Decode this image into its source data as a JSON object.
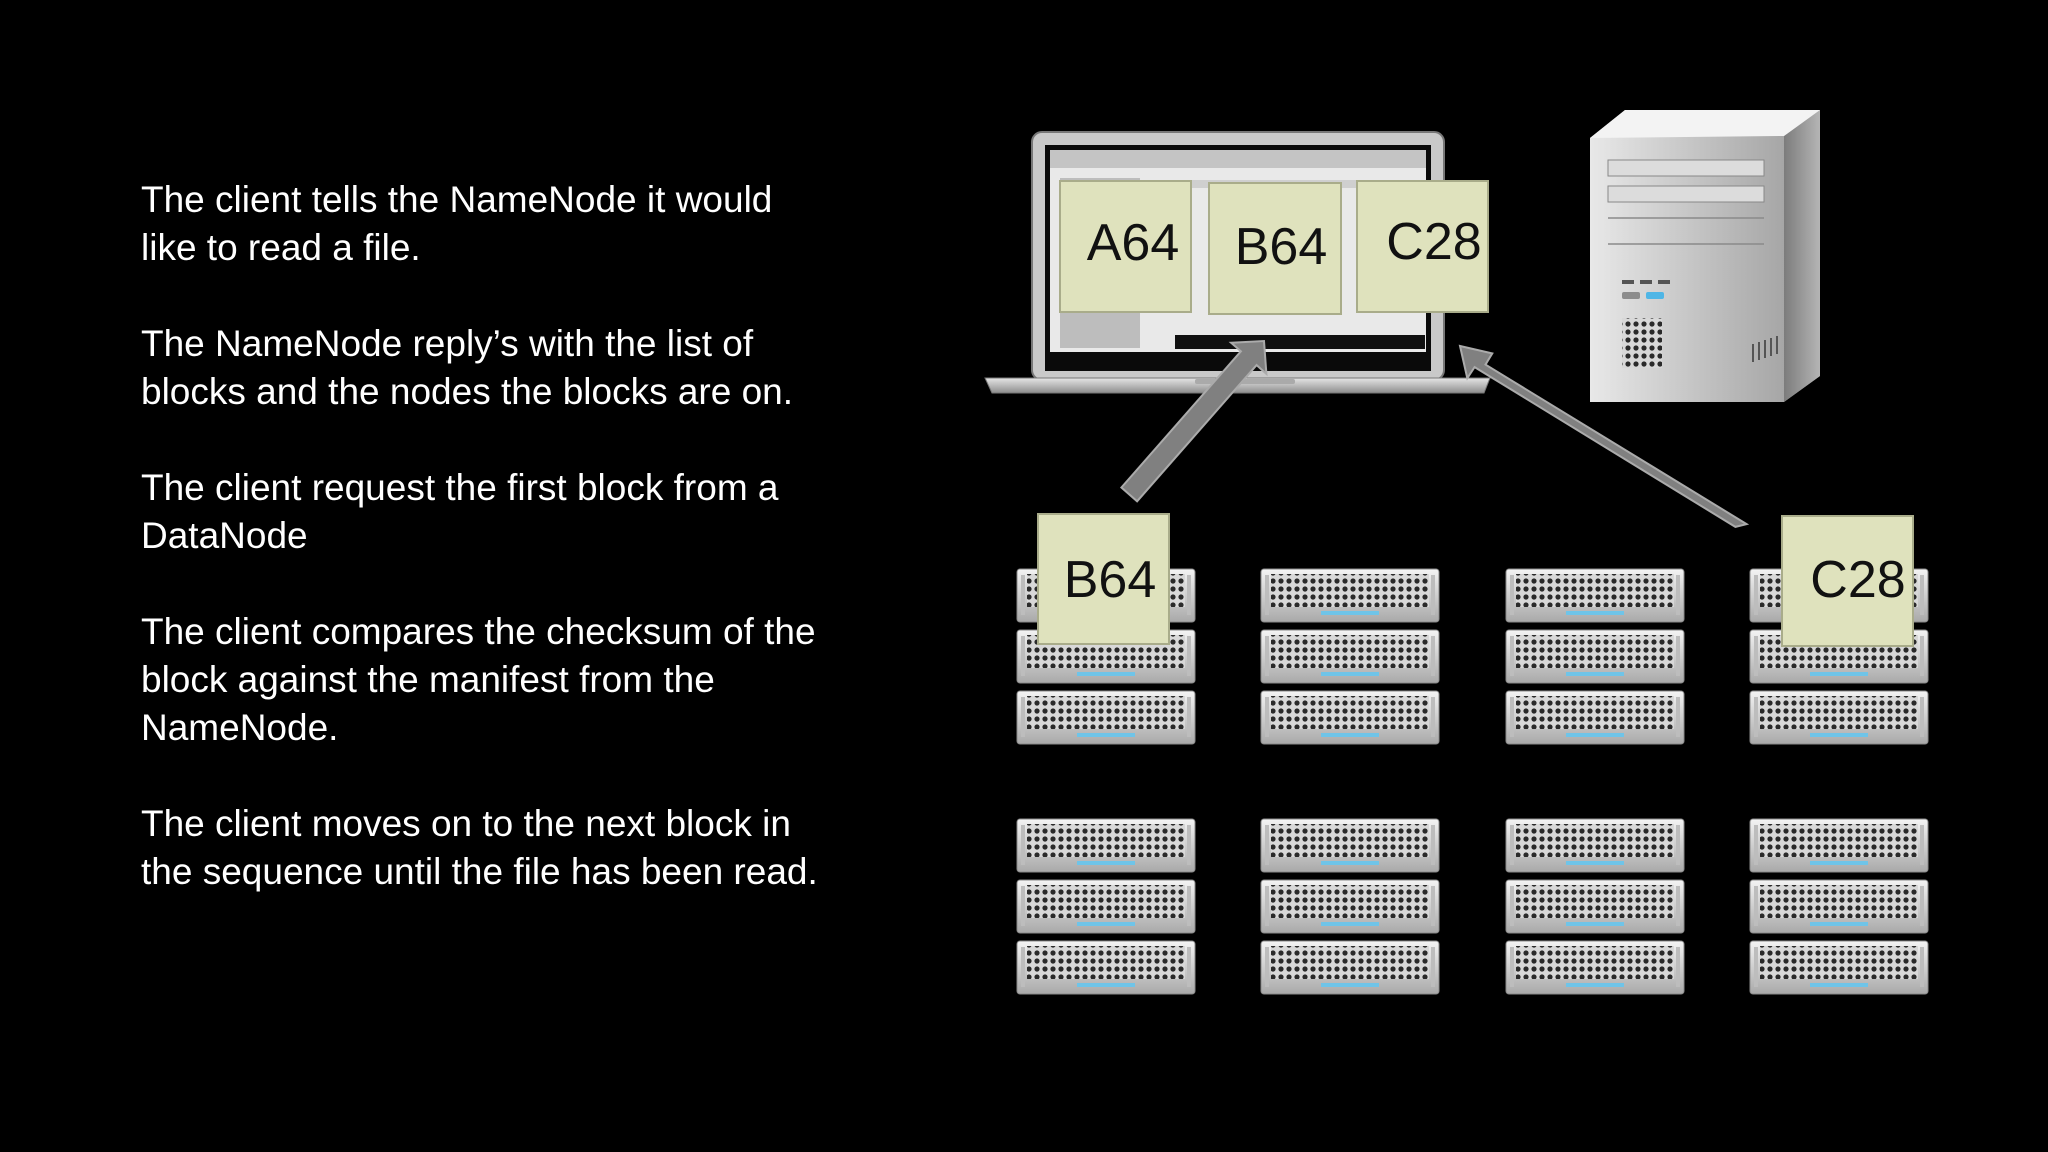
{
  "paragraphs": [
    "The client tells the NameNode it would\nlike to read a file.",
    "The NameNode reply’s with the list of\nblocks and the nodes the blocks are on.",
    "The client request the first block from a\nDataNode",
    "The client compares the checksum of the\nblock against the manifest from the\nNameNode.",
    "The client moves on to the next block in\nthe sequence until the file has been read."
  ],
  "laptop_blocks": [
    "A64",
    "B64",
    "C28"
  ],
  "datanode_blocks": [
    "B64",
    "C28"
  ],
  "colors": {
    "background": "#000000",
    "text": "#ffffff",
    "block_fill": "#dfe2bd",
    "arrow": "#808080"
  }
}
